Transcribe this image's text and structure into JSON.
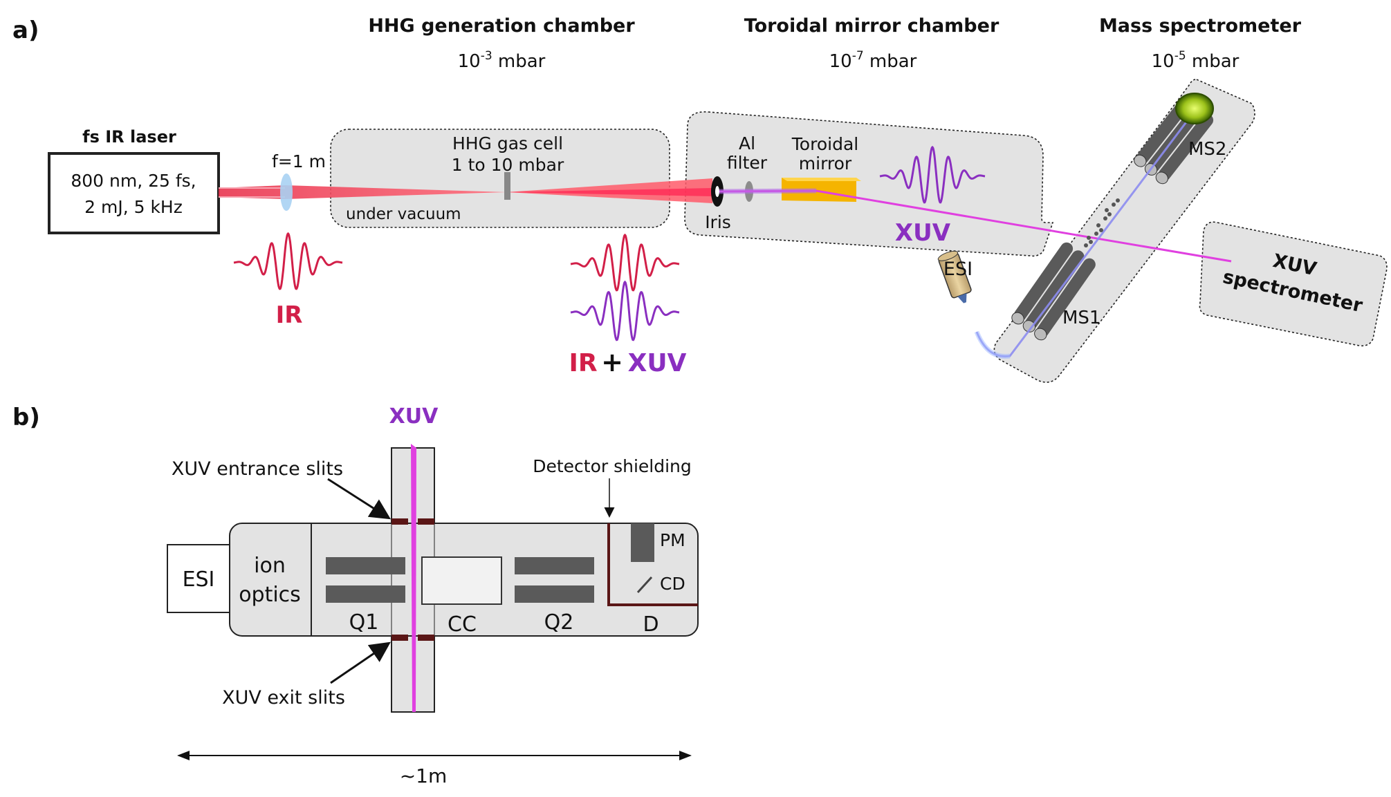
{
  "panel_a": {
    "label": "a)",
    "laser": {
      "title": "fs IR laser",
      "line1": "800 nm, 25 fs,",
      "line2": "2 mJ, 5 kHz"
    },
    "lens_label": "f=1 m",
    "hhg_chamber": {
      "title": "HHG generation chamber",
      "pressure_base": "10",
      "pressure_exp": "-3",
      "pressure_unit": " mbar",
      "gas_cell_line1": "HHG gas cell",
      "gas_cell_line2": "1 to 10 mbar",
      "under_vacuum": "under vacuum"
    },
    "toroidal_chamber": {
      "title": "Toroidal mirror chamber",
      "pressure_base": "10",
      "pressure_exp": "-7",
      "pressure_unit": " mbar",
      "al_filter_line1": "Al",
      "al_filter_line2": "filter",
      "mirror_line1": "Toroidal",
      "mirror_line2": "mirror",
      "iris": "Iris",
      "xuv": "XUV"
    },
    "mass_spec": {
      "title": "Mass spectrometer",
      "pressure_base": "10",
      "pressure_exp": "-5",
      "pressure_unit": " mbar",
      "ms1": "MS1",
      "ms2": "MS2",
      "esi": "ESI"
    },
    "xuv_spectrometer_line1": "XUV",
    "xuv_spectrometer_line2": "spectrometer",
    "ir_label": "IR",
    "ir_plus": "IR",
    "plus": "+",
    "xuv_plus": "XUV"
  },
  "panel_b": {
    "label": "b)",
    "xuv": "XUV",
    "entrance_slits": "XUV entrance slits",
    "exit_slits": "XUV exit slits",
    "detector_shielding": "Detector shielding",
    "esi": "ESI",
    "ion_optics_line1": "ion",
    "ion_optics_line2": "optics",
    "q1": "Q1",
    "cc": "CC",
    "q2": "Q2",
    "d": "D",
    "pm": "PM",
    "cd": "CD",
    "scale": "~1m"
  },
  "colors": {
    "ir": "#d21f48",
    "xuv": "#8a2fc0",
    "xuv_beam": "#e040e0",
    "mirror": "#f5b400",
    "slit": "#5a1616"
  }
}
